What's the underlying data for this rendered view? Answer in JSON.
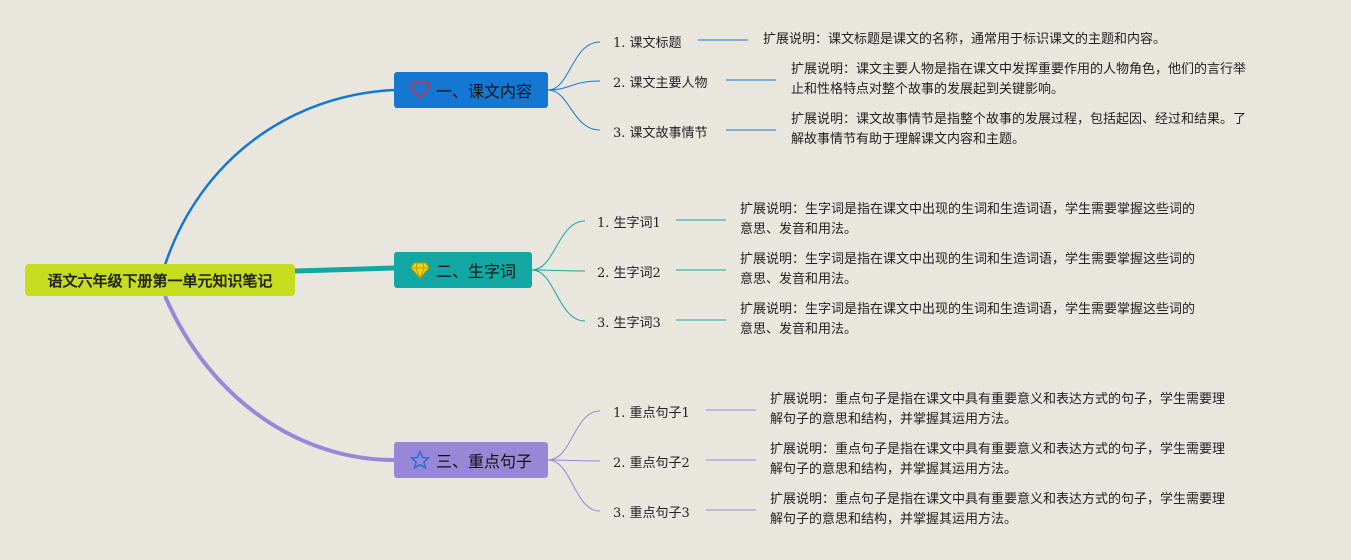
{
  "root": {
    "title": "语文六年级下册第一单元知识笔记"
  },
  "colors": {
    "root": "#c6dc1e",
    "b1": "#1478d2",
    "b2": "#12a7a3",
    "b3": "#9787d6",
    "background": "#e9e6de"
  },
  "branches": [
    {
      "title": "一、课文内容",
      "icon": "heart-icon",
      "leaves": [
        {
          "label": "1. 课文标题",
          "desc": "扩展说明：课文标题是课文的名称，通常用于标识课文的主题和内容。"
        },
        {
          "label": "2. 课文主要人物",
          "desc_lines": [
            "扩展说明：课文主要人物是指在课文中发挥重要作用的人物角色，他们的言行举",
            "止和性格特点对整个故事的发展起到关键影响。"
          ]
        },
        {
          "label": "3. 课文故事情节",
          "desc_lines": [
            "扩展说明：课文故事情节是指整个故事的发展过程，包括起因、经过和结果。了",
            "解故事情节有助于理解课文内容和主题。"
          ]
        }
      ]
    },
    {
      "title": "二、生字词",
      "icon": "gem-icon",
      "leaves": [
        {
          "label": "1. 生字词1",
          "desc_lines": [
            "扩展说明：生字词是指在课文中出现的生词和生造词语，学生需要掌握这些词的",
            "意思、发音和用法。"
          ]
        },
        {
          "label": "2. 生字词2",
          "desc_lines": [
            "扩展说明：生字词是指在课文中出现的生词和生造词语，学生需要掌握这些词的",
            "意思、发音和用法。"
          ]
        },
        {
          "label": "3. 生字词3",
          "desc_lines": [
            "扩展说明：生字词是指在课文中出现的生词和生造词语，学生需要掌握这些词的",
            "意思、发音和用法。"
          ]
        }
      ]
    },
    {
      "title": "三、重点句子",
      "icon": "star-icon",
      "leaves": [
        {
          "label": "1. 重点句子1",
          "desc_lines": [
            "扩展说明：重点句子是指在课文中具有重要意义和表达方式的句子，学生需要理",
            "解句子的意思和结构，并掌握其运用方法。"
          ]
        },
        {
          "label": "2. 重点句子2",
          "desc_lines": [
            "扩展说明：重点句子是指在课文中具有重要意义和表达方式的句子，学生需要理",
            "解句子的意思和结构，并掌握其运用方法。"
          ]
        },
        {
          "label": "3. 重点句子3",
          "desc_lines": [
            "扩展说明：重点句子是指在课文中具有重要意义和表达方式的句子，学生需要理",
            "解句子的意思和结构，并掌握其运用方法。"
          ]
        }
      ]
    }
  ]
}
